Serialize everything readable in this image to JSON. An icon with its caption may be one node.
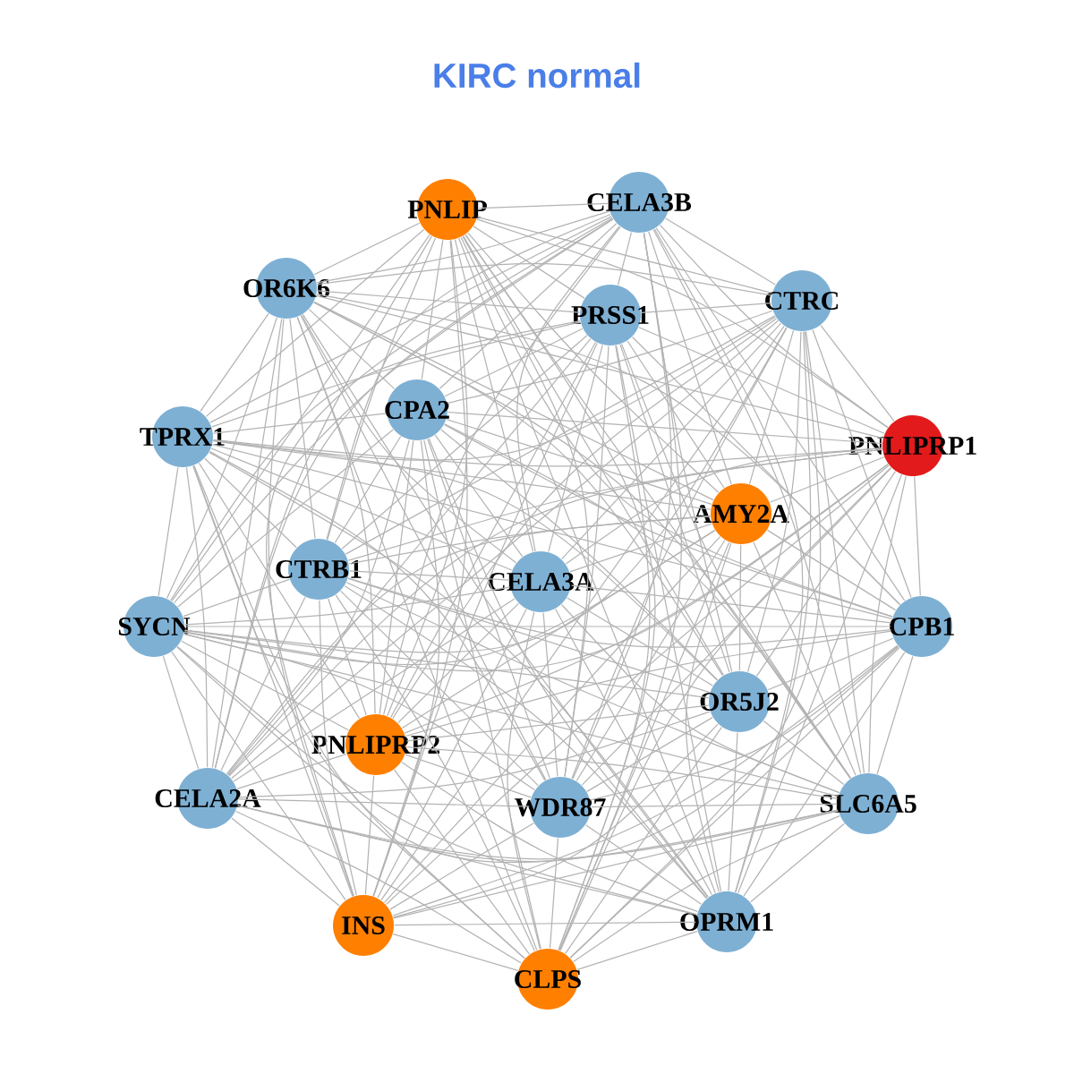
{
  "diagram": {
    "title": "KIRC normal",
    "nodes": [
      {
        "text": [
          "PNLIP"
        ]
      },
      {
        "text": [
          "CELA3B"
        ]
      },
      {
        "text": [
          "OR6K6"
        ]
      },
      {
        "text": [
          "CTRC"
        ]
      },
      {
        "text": [
          "PRSS1"
        ]
      },
      {
        "text": [
          "CPA2"
        ]
      },
      {
        "text": [
          "TPRX1"
        ]
      },
      {
        "text": [
          "PNLIPRP1"
        ]
      },
      {
        "text": [
          "AMY2A"
        ]
      },
      {
        "text": [
          "CTRB1"
        ]
      },
      {
        "text": [
          "CELA3A"
        ]
      },
      {
        "text": [
          "SYCN"
        ]
      },
      {
        "text": [
          "CPB1"
        ]
      },
      {
        "text": [
          "OR5J2"
        ]
      },
      {
        "text": [
          "PNLIPRP2"
        ]
      },
      {
        "text": [
          "CELA2A"
        ]
      },
      {
        "text": [
          "WDR87"
        ]
      },
      {
        "text": [
          "SLC6A5"
        ]
      },
      {
        "text": [
          "INS"
        ]
      },
      {
        "text": [
          "OPRM1"
        ]
      },
      {
        "text": [
          "CLPS"
        ]
      }
    ],
    "edges": [
      {
        "from": 0,
        "to": 1,
        "arrow": "none"
      },
      {
        "from": 0,
        "to": 2,
        "arrow": "none"
      },
      {
        "from": 0,
        "to": 3,
        "arrow": "none"
      },
      {
        "from": 0,
        "to": 4,
        "arrow": "none"
      },
      {
        "from": 0,
        "to": 5,
        "arrow": "none"
      },
      {
        "from": 0,
        "to": 6,
        "arrow": "none"
      },
      {
        "from": 0,
        "to": 7,
        "arrow": "none"
      },
      {
        "from": 0,
        "to": 8,
        "arrow": "none"
      },
      {
        "from": 0,
        "to": 9,
        "arrow": "none"
      },
      {
        "from": 0,
        "to": 10,
        "arrow": "none"
      },
      {
        "from": 0,
        "to": 11,
        "arrow": "none"
      },
      {
        "from": 0,
        "to": 12,
        "arrow": "none"
      },
      {
        "from": 0,
        "to": 13,
        "arrow": "none"
      },
      {
        "from": 0,
        "to": 14,
        "arrow": "none"
      },
      {
        "from": 0,
        "to": 15,
        "arrow": "none"
      },
      {
        "from": 0,
        "to": 16,
        "arrow": "none"
      },
      {
        "from": 0,
        "to": 17,
        "arrow": "none"
      },
      {
        "from": 0,
        "to": 18,
        "arrow": "none"
      },
      {
        "from": 0,
        "to": 19,
        "arrow": "none"
      },
      {
        "from": 0,
        "to": 20,
        "arrow": "none"
      },
      {
        "from": 1,
        "to": 2,
        "arrow": "none"
      },
      {
        "from": 1,
        "to": 3,
        "arrow": "none"
      },
      {
        "from": 1,
        "to": 4,
        "arrow": "none"
      },
      {
        "from": 1,
        "to": 5,
        "arrow": "none"
      },
      {
        "from": 1,
        "to": 6,
        "arrow": "none"
      },
      {
        "from": 1,
        "to": 7,
        "arrow": "none"
      },
      {
        "from": 1,
        "to": 8,
        "arrow": "none"
      },
      {
        "from": 1,
        "to": 9,
        "arrow": "none"
      },
      {
        "from": 1,
        "to": 10,
        "arrow": "none"
      },
      {
        "from": 1,
        "to": 11,
        "arrow": "none"
      },
      {
        "from": 1,
        "to": 12,
        "arrow": "none"
      },
      {
        "from": 1,
        "to": 13,
        "arrow": "none"
      },
      {
        "from": 1,
        "to": 14,
        "arrow": "none"
      },
      {
        "from": 1,
        "to": 15,
        "arrow": "none"
      },
      {
        "from": 1,
        "to": 16,
        "arrow": "none"
      },
      {
        "from": 1,
        "to": 17,
        "arrow": "none"
      },
      {
        "from": 1,
        "to": 18,
        "arrow": "none"
      },
      {
        "from": 1,
        "to": 19,
        "arrow": "none"
      },
      {
        "from": 1,
        "to": 20,
        "arrow": "none"
      },
      {
        "from": 2,
        "to": 3,
        "arrow": "none"
      },
      {
        "from": 2,
        "to": 4,
        "arrow": "none"
      },
      {
        "from": 2,
        "to": 5,
        "arrow": "none"
      },
      {
        "from": 2,
        "to": 6,
        "arrow": "none"
      },
      {
        "from": 2,
        "to": 7,
        "arrow": "none"
      },
      {
        "from": 2,
        "to": 8,
        "arrow": "none"
      },
      {
        "from": 2,
        "to": 9,
        "arrow": "none"
      },
      {
        "from": 2,
        "to": 10,
        "arrow": "none"
      },
      {
        "from": 2,
        "to": 11,
        "arrow": "none"
      },
      {
        "from": 2,
        "to": 12,
        "arrow": "none"
      },
      {
        "from": 2,
        "to": 13,
        "arrow": "none"
      },
      {
        "from": 2,
        "to": 14,
        "arrow": "none"
      },
      {
        "from": 2,
        "to": 15,
        "arrow": "none"
      },
      {
        "from": 2,
        "to": 16,
        "arrow": "none"
      },
      {
        "from": 2,
        "to": 17,
        "arrow": "none"
      },
      {
        "from": 2,
        "to": 18,
        "arrow": "none"
      },
      {
        "from": 2,
        "to": 19,
        "arrow": "none"
      },
      {
        "from": 2,
        "to": 20,
        "arrow": "none"
      },
      {
        "from": 3,
        "to": 4,
        "arrow": "none"
      },
      {
        "from": 3,
        "to": 5,
        "arrow": "none"
      },
      {
        "from": 3,
        "to": 6,
        "arrow": "none"
      },
      {
        "from": 3,
        "to": 7,
        "arrow": "none"
      },
      {
        "from": 3,
        "to": 8,
        "arrow": "none"
      },
      {
        "from": 3,
        "to": 9,
        "arrow": "none"
      },
      {
        "from": 3,
        "to": 10,
        "arrow": "none"
      },
      {
        "from": 3,
        "to": 11,
        "arrow": "none"
      },
      {
        "from": 3,
        "to": 12,
        "arrow": "none"
      },
      {
        "from": 3,
        "to": 13,
        "arrow": "none"
      },
      {
        "from": 3,
        "to": 14,
        "arrow": "none"
      },
      {
        "from": 3,
        "to": 15,
        "arrow": "none"
      },
      {
        "from": 3,
        "to": 16,
        "arrow": "none"
      },
      {
        "from": 3,
        "to": 17,
        "arrow": "none"
      },
      {
        "from": 3,
        "to": 18,
        "arrow": "none"
      },
      {
        "from": 3,
        "to": 19,
        "arrow": "none"
      },
      {
        "from": 3,
        "to": 20,
        "arrow": "none"
      },
      {
        "from": 4,
        "to": 5,
        "arrow": "none"
      },
      {
        "from": 4,
        "to": 6,
        "arrow": "none"
      },
      {
        "from": 4,
        "to": 7,
        "arrow": "none"
      },
      {
        "from": 4,
        "to": 8,
        "arrow": "none"
      },
      {
        "from": 4,
        "to": 9,
        "arrow": "none"
      },
      {
        "from": 4,
        "to": 10,
        "arrow": "none"
      },
      {
        "from": 4,
        "to": 11,
        "arrow": "none"
      },
      {
        "from": 4,
        "to": 12,
        "arrow": "none"
      },
      {
        "from": 4,
        "to": 13,
        "arrow": "none"
      },
      {
        "from": 4,
        "to": 14,
        "arrow": "none"
      },
      {
        "from": 4,
        "to": 15,
        "arrow": "none"
      },
      {
        "from": 4,
        "to": 16,
        "arrow": "none"
      },
      {
        "from": 4,
        "to": 17,
        "arrow": "none"
      },
      {
        "from": 4,
        "to": 18,
        "arrow": "none"
      },
      {
        "from": 4,
        "to": 19,
        "arrow": "none"
      },
      {
        "from": 4,
        "to": 20,
        "arrow": "none"
      },
      {
        "from": 5,
        "to": 6,
        "arrow": "none"
      },
      {
        "from": 5,
        "to": 7,
        "arrow": "none"
      },
      {
        "from": 5,
        "to": 8,
        "arrow": "none"
      },
      {
        "from": 5,
        "to": 9,
        "arrow": "none"
      },
      {
        "from": 5,
        "to": 10,
        "arrow": "none"
      },
      {
        "from": 5,
        "to": 11,
        "arrow": "none"
      },
      {
        "from": 5,
        "to": 12,
        "arrow": "none"
      },
      {
        "from": 5,
        "to": 13,
        "arrow": "none"
      },
      {
        "from": 5,
        "to": 14,
        "arrow": "none"
      },
      {
        "from": 5,
        "to": 15,
        "arrow": "none"
      },
      {
        "from": 5,
        "to": 16,
        "arrow": "none"
      },
      {
        "from": 5,
        "to": 17,
        "arrow": "none"
      },
      {
        "from": 5,
        "to": 18,
        "arrow": "none"
      },
      {
        "from": 5,
        "to": 19,
        "arrow": "none"
      },
      {
        "from": 5,
        "to": 20,
        "arrow": "none"
      },
      {
        "from": 6,
        "to": 7,
        "arrow": "none"
      },
      {
        "from": 6,
        "to": 8,
        "arrow": "none"
      },
      {
        "from": 6,
        "to": 9,
        "arrow": "none"
      },
      {
        "from": 6,
        "to": 10,
        "arrow": "none"
      },
      {
        "from": 6,
        "to": 11,
        "arrow": "none"
      },
      {
        "from": 6,
        "to": 12,
        "arrow": "none"
      },
      {
        "from": 6,
        "to": 13,
        "arrow": "none"
      },
      {
        "from": 6,
        "to": 14,
        "arrow": "none"
      },
      {
        "from": 6,
        "to": 15,
        "arrow": "none"
      },
      {
        "from": 6,
        "to": 16,
        "arrow": "none"
      },
      {
        "from": 6,
        "to": 17,
        "arrow": "none"
      },
      {
        "from": 6,
        "to": 18,
        "arrow": "none"
      },
      {
        "from": 6,
        "to": 19,
        "arrow": "none"
      },
      {
        "from": 6,
        "to": 20,
        "arrow": "none"
      },
      {
        "from": 7,
        "to": 8,
        "arrow": "none"
      },
      {
        "from": 7,
        "to": 9,
        "arrow": "none"
      },
      {
        "from": 7,
        "to": 10,
        "arrow": "none"
      },
      {
        "from": 7,
        "to": 11,
        "arrow": "none"
      },
      {
        "from": 7,
        "to": 12,
        "arrow": "none"
      },
      {
        "from": 7,
        "to": 13,
        "arrow": "none"
      },
      {
        "from": 7,
        "to": 14,
        "arrow": "none"
      },
      {
        "from": 7,
        "to": 15,
        "arrow": "none"
      },
      {
        "from": 7,
        "to": 16,
        "arrow": "none"
      },
      {
        "from": 7,
        "to": 17,
        "arrow": "none"
      },
      {
        "from": 7,
        "to": 18,
        "arrow": "none"
      },
      {
        "from": 7,
        "to": 19,
        "arrow": "none"
      },
      {
        "from": 7,
        "to": 20,
        "arrow": "none"
      },
      {
        "from": 8,
        "to": 9,
        "arrow": "none"
      },
      {
        "from": 8,
        "to": 10,
        "arrow": "none"
      },
      {
        "from": 8,
        "to": 11,
        "arrow": "none"
      },
      {
        "from": 8,
        "to": 12,
        "arrow": "none"
      },
      {
        "from": 8,
        "to": 13,
        "arrow": "none"
      },
      {
        "from": 8,
        "to": 14,
        "arrow": "none"
      },
      {
        "from": 8,
        "to": 15,
        "arrow": "none"
      },
      {
        "from": 8,
        "to": 16,
        "arrow": "none"
      },
      {
        "from": 8,
        "to": 17,
        "arrow": "none"
      },
      {
        "from": 8,
        "to": 18,
        "arrow": "none"
      },
      {
        "from": 8,
        "to": 19,
        "arrow": "none"
      },
      {
        "from": 8,
        "to": 20,
        "arrow": "none"
      },
      {
        "from": 9,
        "to": 10,
        "arrow": "none"
      },
      {
        "from": 9,
        "to": 11,
        "arrow": "none"
      },
      {
        "from": 9,
        "to": 12,
        "arrow": "none"
      },
      {
        "from": 9,
        "to": 13,
        "arrow": "none"
      },
      {
        "from": 9,
        "to": 14,
        "arrow": "none"
      },
      {
        "from": 9,
        "to": 15,
        "arrow": "none"
      },
      {
        "from": 9,
        "to": 16,
        "arrow": "none"
      },
      {
        "from": 9,
        "to": 17,
        "arrow": "none"
      },
      {
        "from": 9,
        "to": 18,
        "arrow": "none"
      },
      {
        "from": 9,
        "to": 19,
        "arrow": "none"
      },
      {
        "from": 9,
        "to": 20,
        "arrow": "none"
      },
      {
        "from": 10,
        "to": 11,
        "arrow": "none"
      },
      {
        "from": 10,
        "to": 12,
        "arrow": "none"
      },
      {
        "from": 10,
        "to": 13,
        "arrow": "none"
      },
      {
        "from": 10,
        "to": 14,
        "arrow": "none"
      },
      {
        "from": 10,
        "to": 15,
        "arrow": "none"
      },
      {
        "from": 10,
        "to": 16,
        "arrow": "none"
      },
      {
        "from": 10,
        "to": 17,
        "arrow": "none"
      },
      {
        "from": 10,
        "to": 18,
        "arrow": "none"
      },
      {
        "from": 10,
        "to": 19,
        "arrow": "none"
      },
      {
        "from": 10,
        "to": 20,
        "arrow": "none"
      },
      {
        "from": 11,
        "to": 12,
        "arrow": "none"
      },
      {
        "from": 11,
        "to": 13,
        "arrow": "none"
      },
      {
        "from": 11,
        "to": 14,
        "arrow": "none"
      },
      {
        "from": 11,
        "to": 15,
        "arrow": "none"
      },
      {
        "from": 11,
        "to": 16,
        "arrow": "none"
      },
      {
        "from": 11,
        "to": 17,
        "arrow": "none"
      },
      {
        "from": 11,
        "to": 18,
        "arrow": "none"
      },
      {
        "from": 11,
        "to": 19,
        "arrow": "none"
      },
      {
        "from": 11,
        "to": 20,
        "arrow": "none"
      },
      {
        "from": 12,
        "to": 13,
        "arrow": "none"
      },
      {
        "from": 12,
        "to": 14,
        "arrow": "none"
      },
      {
        "from": 12,
        "to": 15,
        "arrow": "none"
      },
      {
        "from": 12,
        "to": 16,
        "arrow": "none"
      },
      {
        "from": 12,
        "to": 17,
        "arrow": "none"
      },
      {
        "from": 12,
        "to": 18,
        "arrow": "none"
      },
      {
        "from": 12,
        "to": 19,
        "arrow": "none"
      },
      {
        "from": 12,
        "to": 20,
        "arrow": "none"
      },
      {
        "from": 13,
        "to": 14,
        "arrow": "none"
      },
      {
        "from": 13,
        "to": 15,
        "arrow": "none"
      },
      {
        "from": 13,
        "to": 16,
        "arrow": "none"
      },
      {
        "from": 13,
        "to": 17,
        "arrow": "none"
      },
      {
        "from": 13,
        "to": 18,
        "arrow": "none"
      },
      {
        "from": 13,
        "to": 19,
        "arrow": "none"
      },
      {
        "from": 13,
        "to": 20,
        "arrow": "none"
      },
      {
        "from": 14,
        "to": 15,
        "arrow": "none"
      },
      {
        "from": 14,
        "to": 16,
        "arrow": "none"
      },
      {
        "from": 14,
        "to": 17,
        "arrow": "none"
      },
      {
        "from": 14,
        "to": 18,
        "arrow": "none"
      },
      {
        "from": 14,
        "to": 19,
        "arrow": "none"
      },
      {
        "from": 14,
        "to": 20,
        "arrow": "none"
      },
      {
        "from": 15,
        "to": 16,
        "arrow": "none"
      },
      {
        "from": 15,
        "to": 17,
        "arrow": "none"
      },
      {
        "from": 15,
        "to": 18,
        "arrow": "none"
      },
      {
        "from": 15,
        "to": 19,
        "arrow": "none"
      },
      {
        "from": 15,
        "to": 20,
        "arrow": "none"
      },
      {
        "from": 16,
        "to": 17,
        "arrow": "none"
      },
      {
        "from": 16,
        "to": 18,
        "arrow": "none"
      },
      {
        "from": 16,
        "to": 19,
        "arrow": "none"
      },
      {
        "from": 16,
        "to": 20,
        "arrow": "none"
      },
      {
        "from": 17,
        "to": 18,
        "arrow": "none"
      },
      {
        "from": 17,
        "to": 19,
        "arrow": "none"
      },
      {
        "from": 17,
        "to": 20,
        "arrow": "none"
      },
      {
        "from": 18,
        "to": 19,
        "arrow": "none"
      },
      {
        "from": 18,
        "to": 20,
        "arrow": "none"
      },
      {
        "from": 19,
        "to": 20,
        "arrow": "none"
      }
    ]
  }
}
